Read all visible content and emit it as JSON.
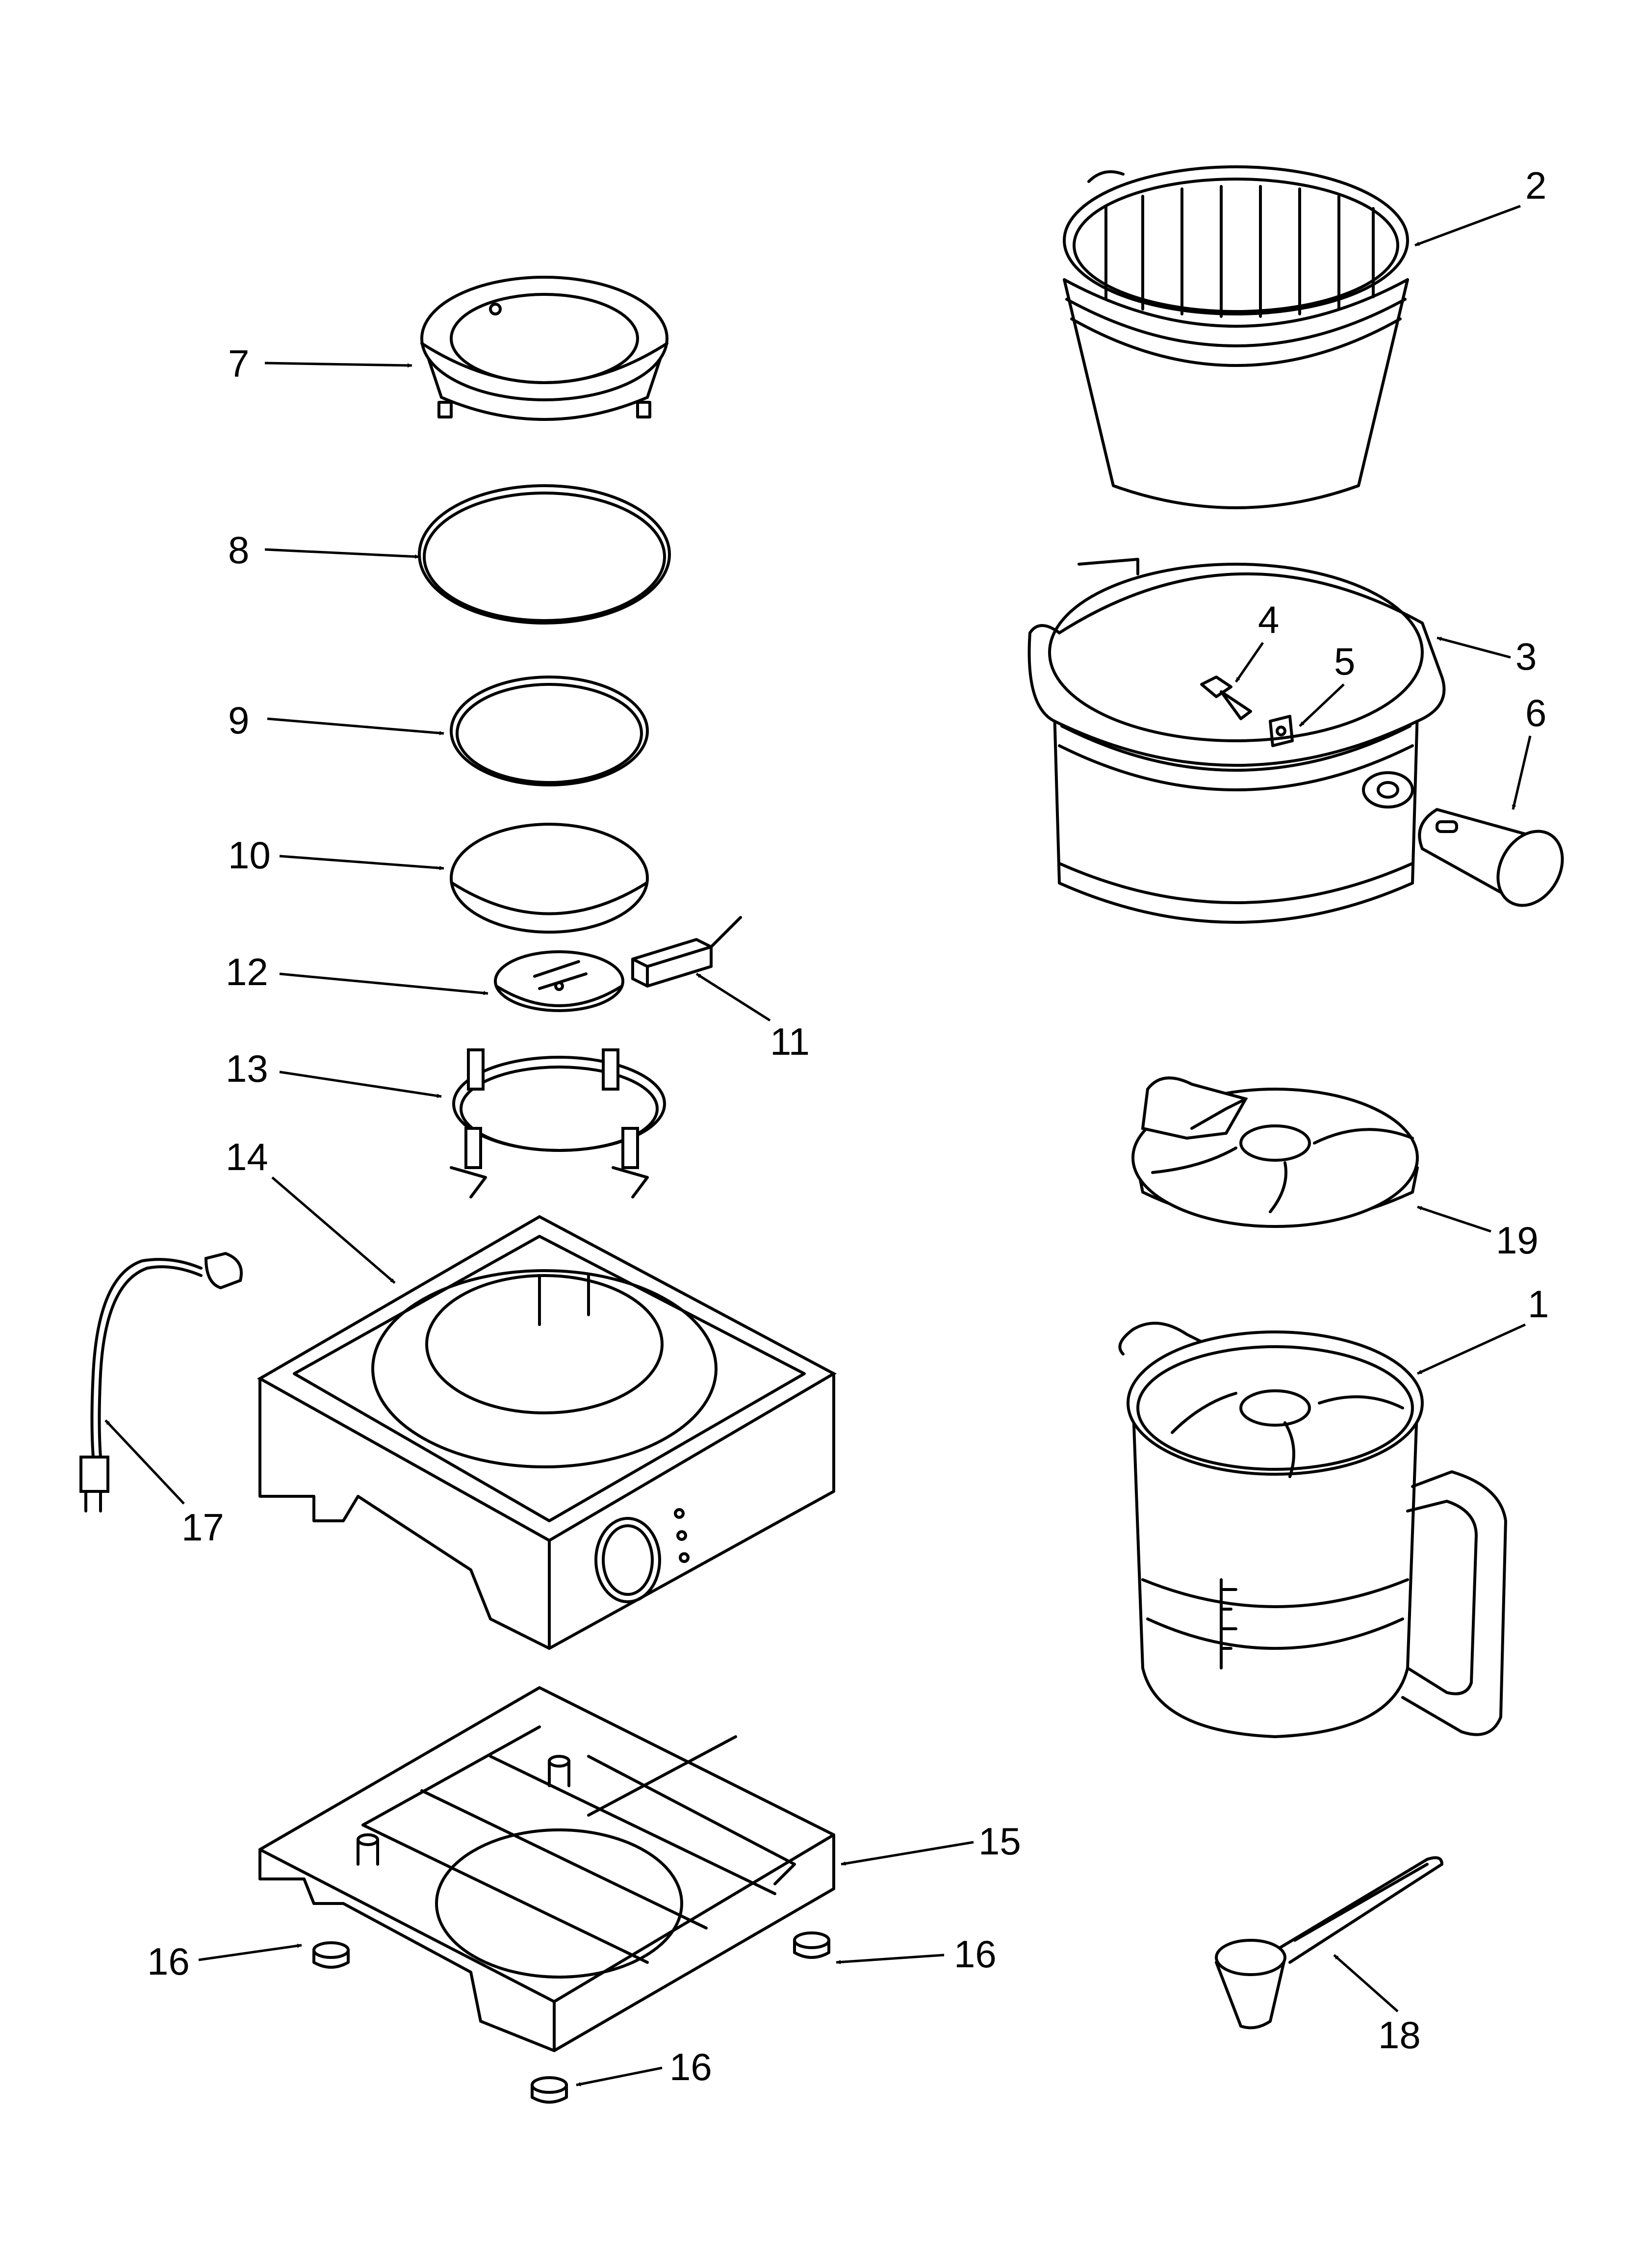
{
  "callouts": {
    "c1": "1",
    "c2": "2",
    "c3": "3",
    "c4": "4",
    "c5": "5",
    "c6": "6",
    "c7": "7",
    "c8": "8",
    "c9": "9",
    "c10": "10",
    "c11": "11",
    "c12": "12",
    "c13": "13",
    "c14": "14",
    "c15": "15",
    "c16a": "16",
    "c16b": "16",
    "c16c": "16",
    "c17": "17",
    "c18": "18",
    "c19": "19"
  }
}
